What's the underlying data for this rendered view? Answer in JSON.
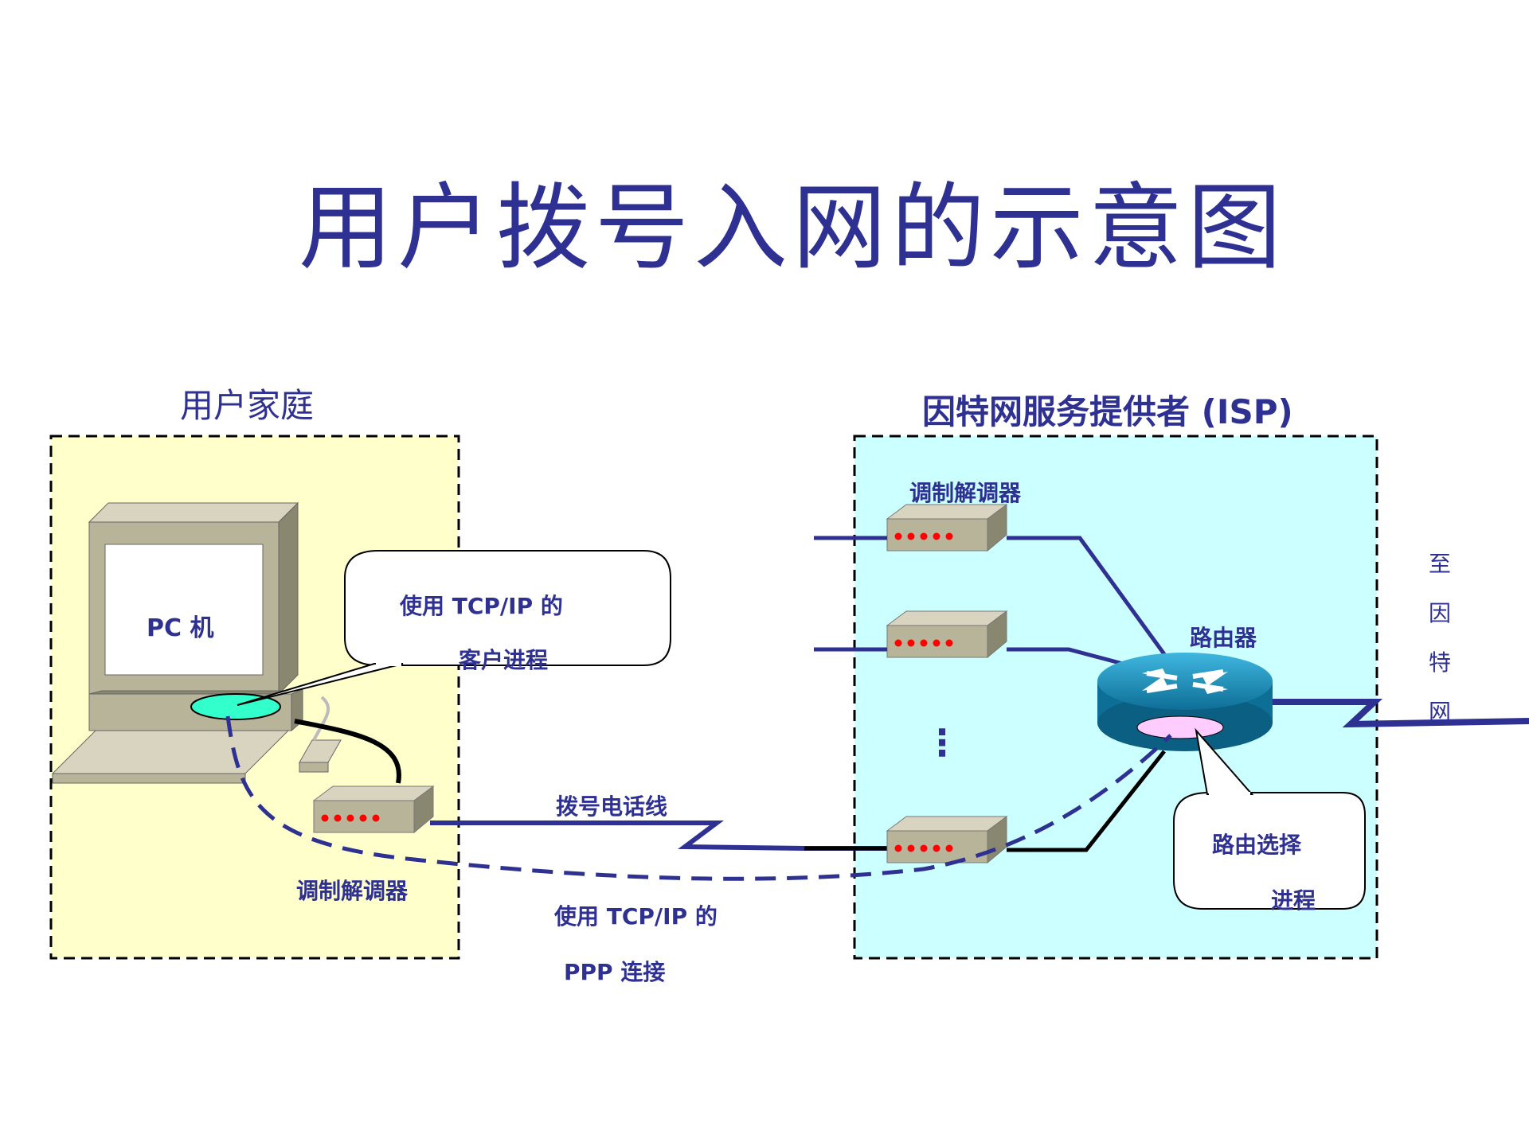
{
  "title": "用户拨号入网的示意图",
  "home": {
    "area_label": "用户家庭",
    "pc_label": "PC  机",
    "modem_label": "调制解调器",
    "callout_line1": "使用  TCP/IP  的",
    "callout_line2": "客户进程"
  },
  "link": {
    "phone_line_label": "拨号电话线",
    "ppp_line1": "使用  TCP/IP  的",
    "ppp_line2": "PPP  连接"
  },
  "isp": {
    "area_label": "因特网服务提供者 (ISP)",
    "modem_label": "调制解调器",
    "router_label": "路由器",
    "ellipsis": "⋮",
    "callout_line1": "路由选择",
    "callout_line2": "进程"
  },
  "to_internet": [
    "至",
    "因",
    "特",
    "网"
  ],
  "colors": {
    "title": "#2e3192",
    "home_bg": "#ffffcc",
    "isp_bg": "#ccffff",
    "line": "#2e3192",
    "router": "#1a8fb8",
    "led": "#ff0000"
  }
}
